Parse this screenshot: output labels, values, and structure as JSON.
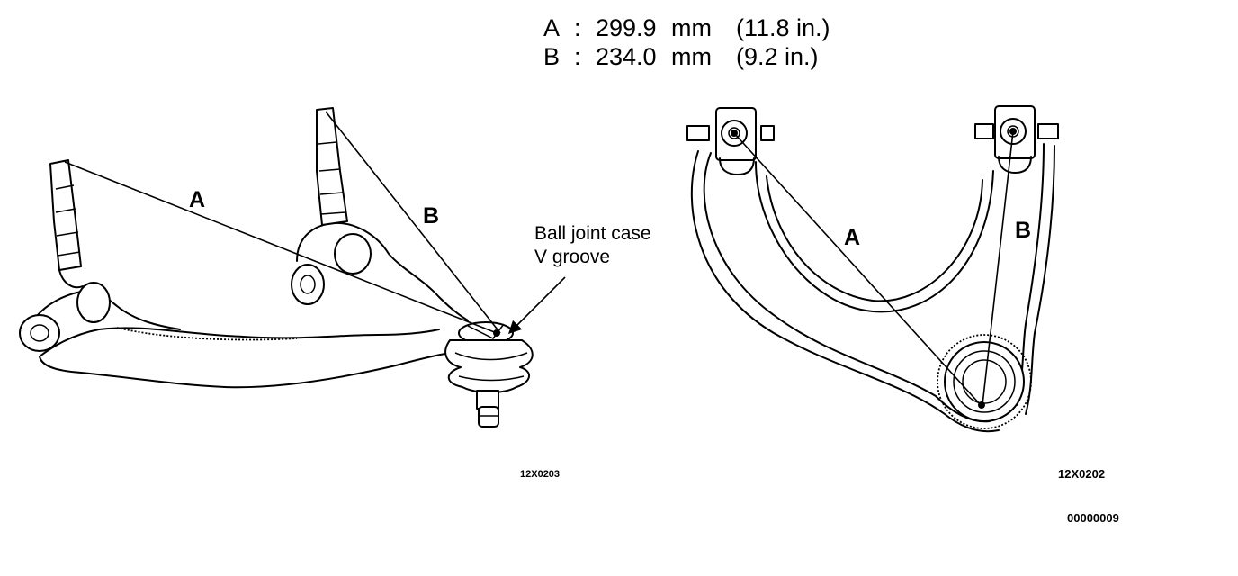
{
  "specs": {
    "a": {
      "letter": "A",
      "colon": ":",
      "value": "299.9",
      "unit": "mm",
      "imperial": "(11.8 in.)"
    },
    "b": {
      "letter": "B",
      "colon": ":",
      "value": "234.0",
      "unit": "mm",
      "imperial": "(9.2 in.)"
    }
  },
  "left_view": {
    "label_a": "A",
    "label_b": "B",
    "callout_line1": "Ball joint case",
    "callout_line2": "V groove",
    "figure_code": "12X0203"
  },
  "right_view": {
    "label_a": "A",
    "label_b": "B",
    "figure_code": "12X0202"
  },
  "document_id": "00000009"
}
